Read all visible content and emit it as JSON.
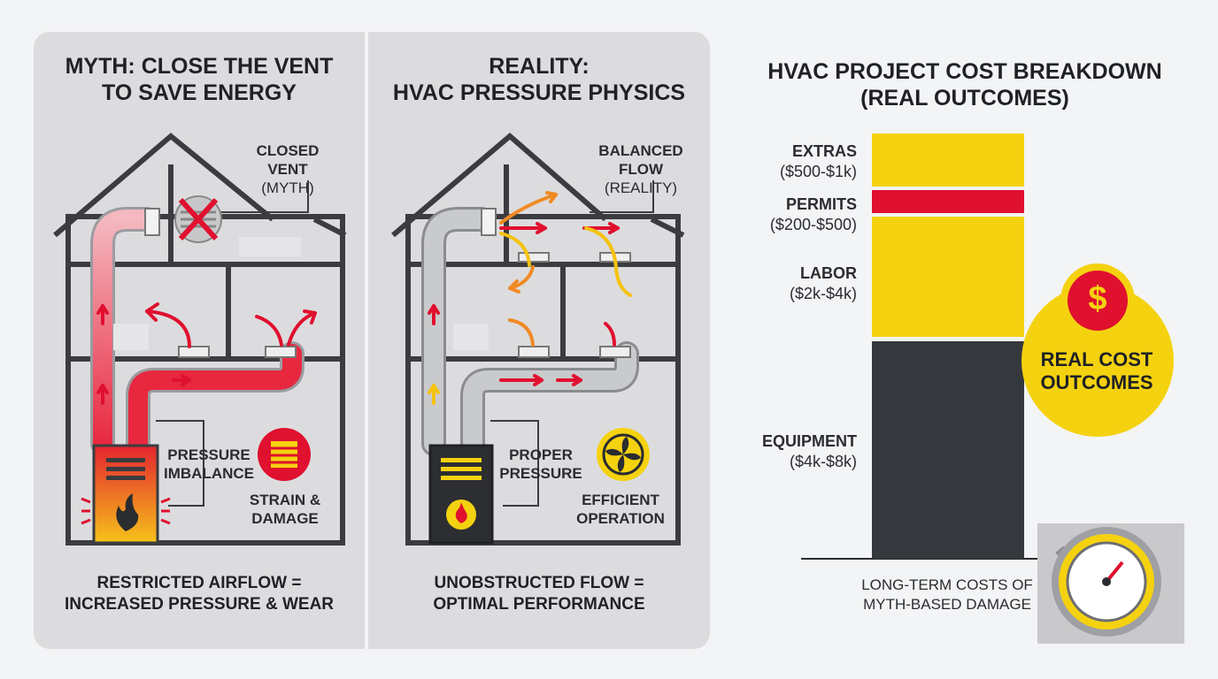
{
  "myth": {
    "title_line1": "MYTH: CLOSE THE VENT",
    "title_line2": "TO SAVE ENERGY",
    "closed_vent_label": "CLOSED VENT",
    "closed_vent_sub": "(MYTH)",
    "pressure_label_1": "PRESSURE",
    "pressure_label_2": "IMBALANCE",
    "strain_label_1": "STRAIN &",
    "strain_label_2": "DAMAGE",
    "caption_line1": "RESTRICTED AIRFLOW =",
    "caption_line2": "INCREASED PRESSURE & WEAR"
  },
  "reality": {
    "title_line1": "REALITY:",
    "title_line2": "HVAC PRESSURE PHYSICS",
    "balanced_label": "BALANCED FLOW",
    "balanced_sub": "(REALITY)",
    "proper_label_1": "PROPER",
    "proper_label_2": "PRESSURE",
    "efficient_label_1": "EFFICIENT",
    "efficient_label_2": "OPERATION",
    "caption_line1": "UNOBSTRUCTED FLOW =",
    "caption_line2": "OPTIMAL PERFORMANCE"
  },
  "cost": {
    "title_line1": "HVAC PROJECT COST BREAKDOWN",
    "title_line2": "(REAL OUTCOMES)",
    "segments": [
      {
        "name": "EXTRAS",
        "range": "($500-$1k)",
        "color": "#f5d20f"
      },
      {
        "name": "PERMITS",
        "range": "($200-$500)",
        "color": "#e0102f"
      },
      {
        "name": "LABOR",
        "range": "($2k-$4k)",
        "color": "#f5d20f"
      },
      {
        "name": "EQUIPMENT",
        "range": "($4k-$8k)",
        "color": "#35383c"
      }
    ],
    "badge_line1": "REAL COST",
    "badge_line2": "OUTCOMES",
    "dollar_symbol": "$",
    "long_term_line1": "LONG-TERM COSTS OF",
    "long_term_line2": "MYTH-BASED DAMAGE"
  },
  "colors": {
    "red": "#e0102f",
    "yellow": "#f5d20f",
    "dark": "#35383c",
    "panel": "#dcdcde"
  }
}
